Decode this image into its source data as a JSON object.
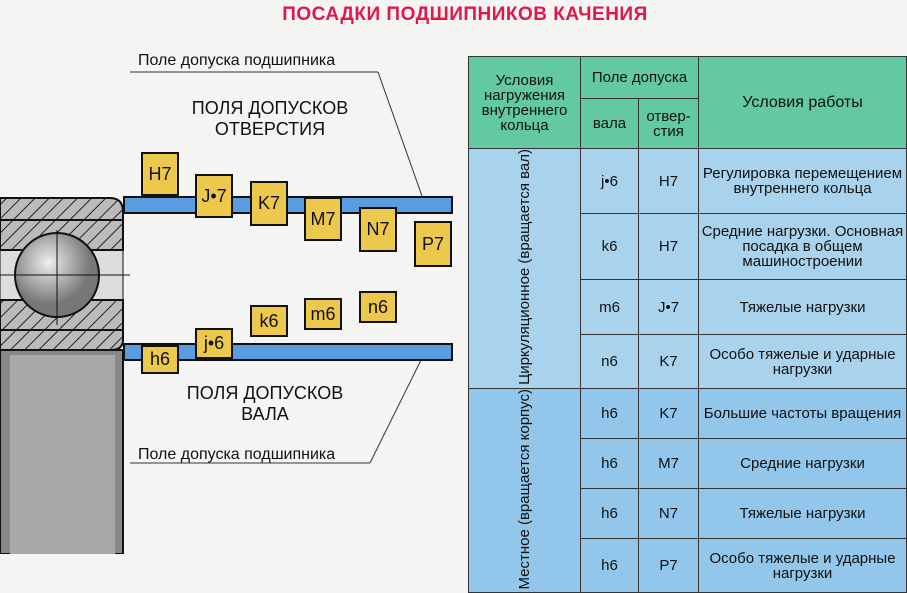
{
  "title": "ПОСАДКИ ПОДШИПНИКОВ КАЧЕНИЯ",
  "diagram": {
    "bearing_field_top": "Поле допуска подшипника",
    "bearing_field_bottom": "Поле допуска подшипника",
    "hole_fields_label": "ПОЛЯ ДОПУСКОВ ОТВЕРСТИЯ",
    "shaft_fields_label": "ПОЛЯ ДОПУСКОВ ВАЛА",
    "hole_fits": [
      "H7",
      "J•7",
      "K7",
      "M7",
      "N7",
      "P7"
    ],
    "shaft_fits": [
      "h6",
      "j•6",
      "k6",
      "m6",
      "n6"
    ]
  },
  "table": {
    "h_load": "Условия нагружения внутреннего кольца",
    "h_tol": "Поле допуска",
    "h_shaft": "вала",
    "h_hole": "отвер-стия",
    "h_cond": "Условия работы",
    "groups": [
      {
        "name": "Циркуляционное (вращается вал)",
        "rows": [
          {
            "shaft": "j•6",
            "hole": "H7",
            "cond": "Регулировка перемещением внутреннего кольца"
          },
          {
            "shaft": "k6",
            "hole": "H7",
            "cond": "Средние нагрузки. Основная посадка в общем машиностроении"
          },
          {
            "shaft": "m6",
            "hole": "J•7",
            "cond": "Тяжелые нагрузки"
          },
          {
            "shaft": "n6",
            "hole": "K7",
            "cond": "Особо тяжелые и ударные нагрузки"
          }
        ]
      },
      {
        "name": "Местное (вращается корпус)",
        "rows": [
          {
            "shaft": "h6",
            "hole": "K7",
            "cond": "Большие частоты вращения"
          },
          {
            "shaft": "h6",
            "hole": "M7",
            "cond": "Средние нагрузки"
          },
          {
            "shaft": "h6",
            "hole": "N7",
            "cond": "Тяжелые нагрузки"
          },
          {
            "shaft": "h6",
            "hole": "P7",
            "cond": "Особо тяжелые и ударные нагрузки"
          }
        ]
      }
    ]
  }
}
